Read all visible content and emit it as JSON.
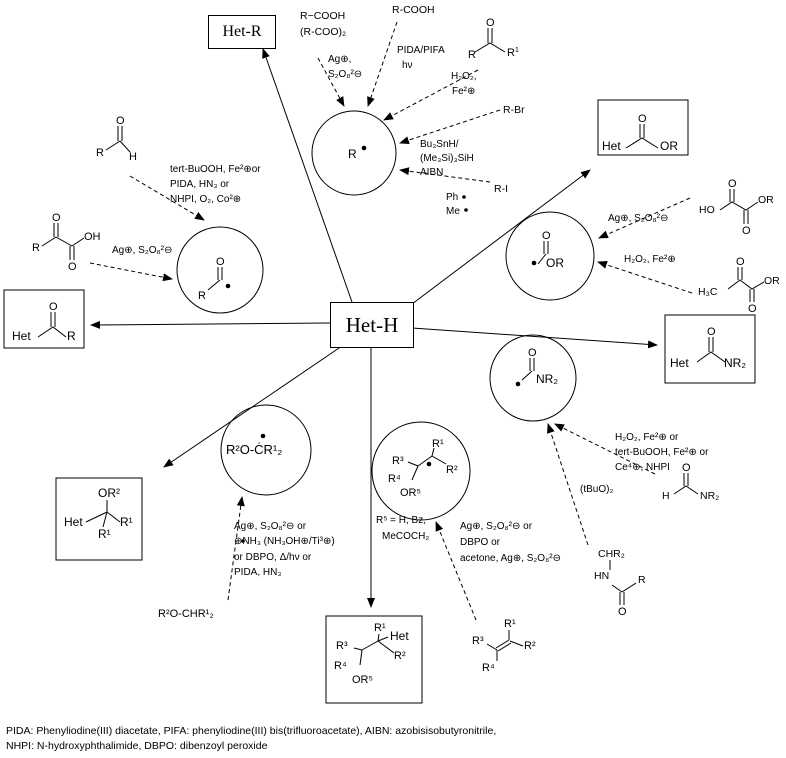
{
  "center": {
    "label": "Het-H"
  },
  "het_r": {
    "label": "Het-R"
  },
  "alkyl_radical": {
    "radical": "R",
    "sources": {
      "acids": [
        "R−COOH",
        "(R-COO)₂"
      ],
      "acid_conditions": [
        "Ag⊕,",
        "S₂O₈²⊖"
      ],
      "rcooh": "R-COOH",
      "pida_conditions": [
        "PIDA/PIFA",
        "hν"
      ],
      "ketone_conditions": [
        "H₂O₂,",
        "Fe²⊕"
      ],
      "rbr": "R-Br",
      "tin_conditions": [
        "Bu₃SnH/",
        "(Me₃Si)₃SiH",
        "AIBN"
      ],
      "ri": "R-I",
      "radicals": [
        "Ph",
        "Me"
      ]
    }
  },
  "acyl_radical": {
    "conditions_aldehyde": [
      "tert-BuOOH, Fe²⊕or",
      "PIDA, HN₃ or",
      "NHPI, O₂, Co²⊕"
    ],
    "conditions_ketoacid": "Ag⊕, S₂O₈²⊖"
  },
  "ester_product": {
    "het": "Het",
    "or": "OR"
  },
  "alkoxycarbonyl_radical": {
    "label": "OR",
    "cond_oxalate": "Ag⊕, S₂O₈²⊖",
    "oxalate_ho": "HO",
    "oxalate_or": "OR",
    "cond_pyruvate": "H₂O₂, Fe²⊕",
    "pyruvate_ch3": "H₃C",
    "pyruvate_or": "OR"
  },
  "ketone_product": {
    "het": "Het",
    "r": "R"
  },
  "amide_product": {
    "het": "Het",
    "nr2": "NR₂"
  },
  "carbamoyl_radical": {
    "nr2": "NR₂",
    "conditions": [
      "H₂O₂, Fe²⊕ or",
      "tert-BuOOH, Fe²⊕ or",
      "Ce⁴⊕, NHPI"
    ],
    "peroxide": "(tBuO)₂",
    "formamide_h": "H",
    "formamide_nr2": "NR₂",
    "carbamate_chr": "CHR₂",
    "carbamate_hn": "HN",
    "carbamate_r": "R"
  },
  "ether_radical": {
    "label": "R²O-ĊR¹₂",
    "conditions": [
      "Ag⊕, S₂O₈²⊖  or",
      "⊕NH₃ (NH₃OH⊕/Ti³⊕)",
      "or  DBPO, Δ/hν  or",
      "PIDA, HN₃"
    ],
    "precursor": "R²O-CHR¹₂"
  },
  "ether_product": {
    "or2": "OR²",
    "het": "Het",
    "r1a": "R¹",
    "r1b": "R¹"
  },
  "hydroxyalkyl_radical": {
    "r1": "R¹",
    "r2": "R²",
    "r3": "R³",
    "r4": "R⁴",
    "or5": "OR⁵",
    "r5_def": [
      "R⁵ = H, Bz,",
      "MeCOCH₂"
    ],
    "conditions": [
      "Ag⊕, S₂O₈²⊖  or",
      "DBPO or",
      "acetone, Ag⊕, S₂O₈²⊖"
    ],
    "alkene": {
      "r1": "R¹",
      "r2": "R²",
      "r3": "R³",
      "r4": "R⁴"
    }
  },
  "alcohol_product": {
    "r1": "R¹",
    "het": "Het",
    "r2": "R²",
    "r3": "R³",
    "r4": "R⁴",
    "or5": "OR⁵"
  },
  "footnote": {
    "line1": "PIDA: Phenyliodine(III) diacetate, PIFA: phenyliodine(III) bis(trifluoroacetate), AIBN: azobisisobutyronitrile,",
    "line2": "NHPI: N-hydroxyphthalimide, DBPO: dibenzoyl peroxide"
  }
}
